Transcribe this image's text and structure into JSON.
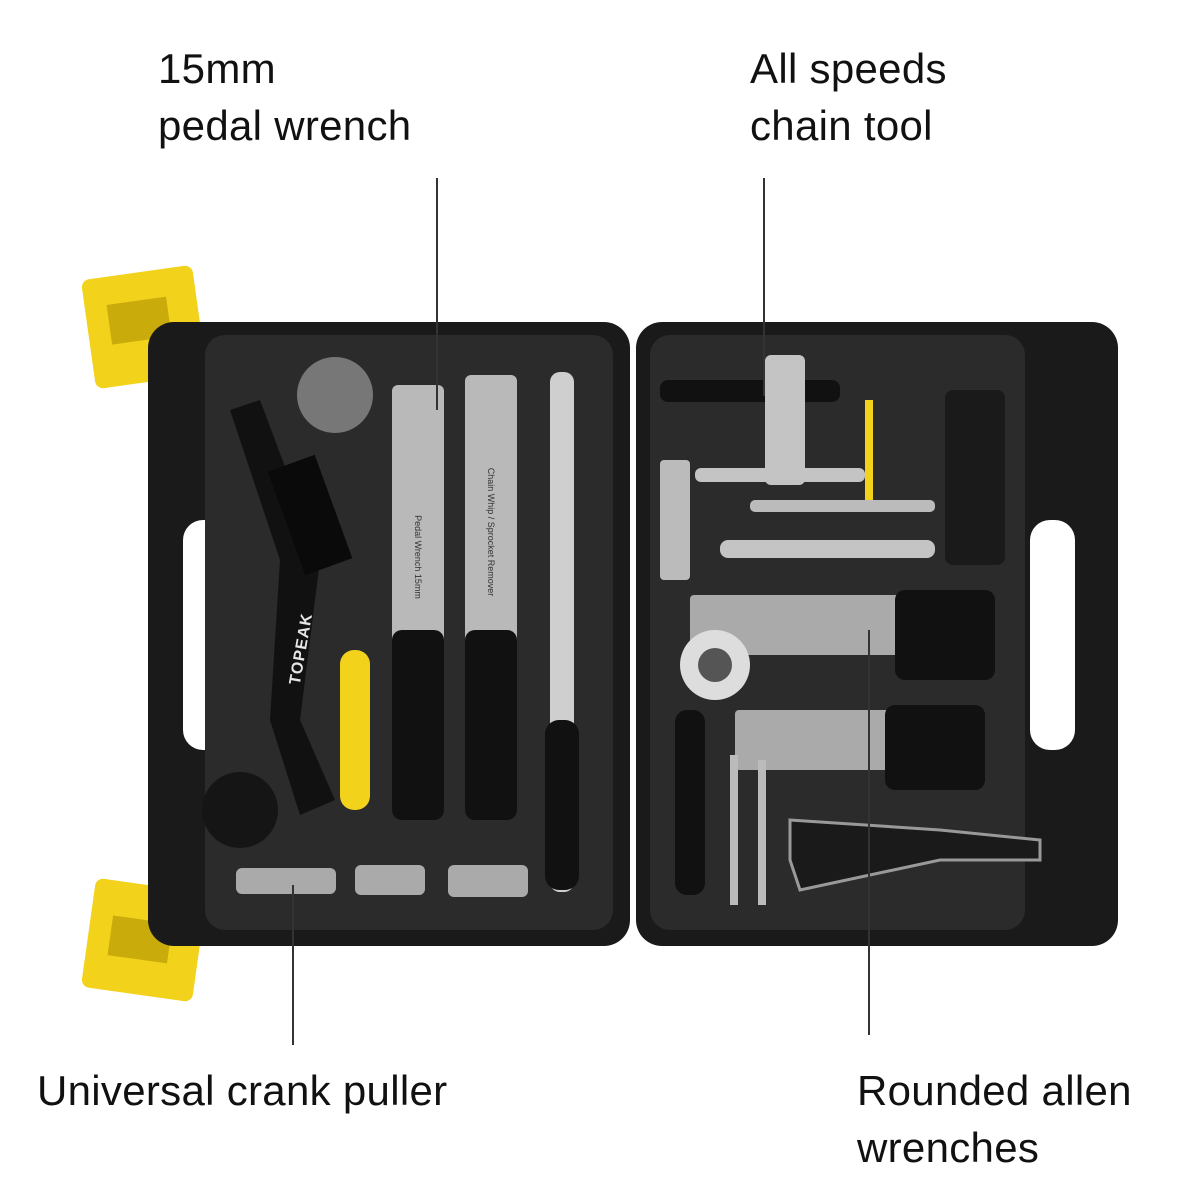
{
  "callouts": {
    "pedal_wrench": {
      "line1": "15mm",
      "line2": "pedal wrench"
    },
    "chain_tool": {
      "line1": "All speeds",
      "line2": "chain tool"
    },
    "crank_puller": {
      "line1": "Universal crank puller"
    },
    "allen_wrenches": {
      "line1": "Rounded allen",
      "line2": "wrenches"
    }
  },
  "product": {
    "brand_logo_text": "TOPEAK",
    "tool_engravings": [
      "Pedal Wrench 15mm",
      "Chain Whip / Sprocket Remover"
    ]
  },
  "colors": {
    "case": "#1c1c1c",
    "foam": "#2a2a2a",
    "clip": "#f2d21b",
    "steel": "#b9b9b9"
  }
}
